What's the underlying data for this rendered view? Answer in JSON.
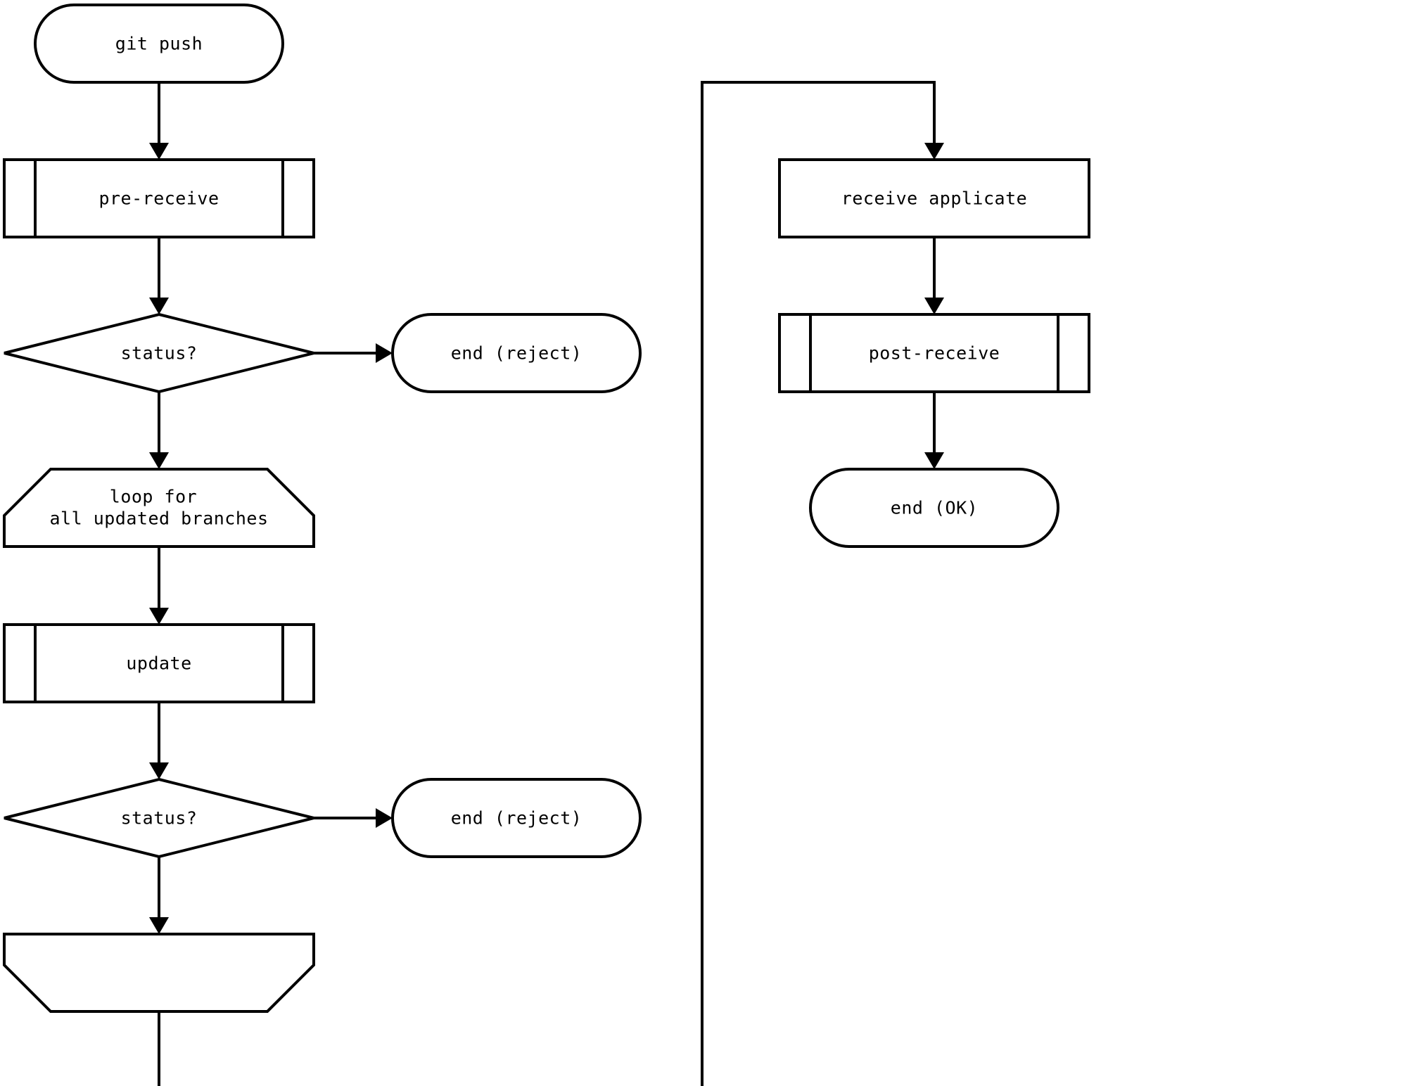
{
  "diagram": {
    "colors": {
      "stroke": "#000000",
      "fill": "#ffffff",
      "text": "#000000"
    },
    "nodes": {
      "start": {
        "shape": "terminator",
        "label": "git push"
      },
      "pre_receive": {
        "shape": "predefined-process",
        "label": "pre-receive"
      },
      "status_1": {
        "shape": "decision",
        "label": "status?"
      },
      "reject_1": {
        "shape": "terminator",
        "label": "end (reject)"
      },
      "loop_start": {
        "shape": "loop-limit-start",
        "label_lines": [
          "loop for",
          "all updated branches"
        ]
      },
      "update": {
        "shape": "predefined-process",
        "label": "update"
      },
      "status_2": {
        "shape": "decision",
        "label": "status?"
      },
      "reject_2": {
        "shape": "terminator",
        "label": "end (reject)"
      },
      "loop_end": {
        "shape": "loop-limit-end",
        "label": ""
      },
      "receive_applicate": {
        "shape": "process",
        "label": "receive applicate"
      },
      "post_receive": {
        "shape": "predefined-process",
        "label": "post-receive"
      },
      "end_ok": {
        "shape": "terminator",
        "label": "end (OK)"
      }
    },
    "edges": [
      {
        "from": "start",
        "to": "pre_receive"
      },
      {
        "from": "pre_receive",
        "to": "status_1"
      },
      {
        "from": "status_1",
        "to": "reject_1"
      },
      {
        "from": "status_1",
        "to": "loop_start"
      },
      {
        "from": "loop_start",
        "to": "update"
      },
      {
        "from": "update",
        "to": "status_2"
      },
      {
        "from": "status_2",
        "to": "reject_2"
      },
      {
        "from": "status_2",
        "to": "loop_end"
      },
      {
        "from": "loop_end",
        "to": "receive_applicate"
      },
      {
        "from": "receive_applicate",
        "to": "post_receive"
      },
      {
        "from": "post_receive",
        "to": "end_ok"
      }
    ]
  }
}
